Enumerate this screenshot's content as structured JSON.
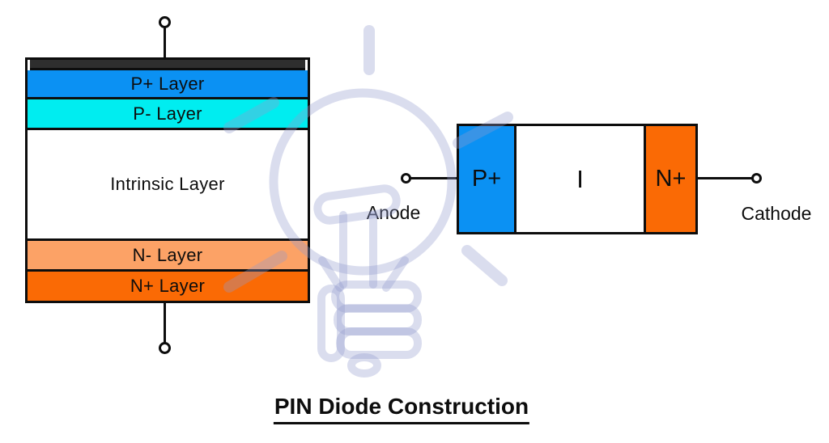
{
  "title": "PIN Diode Construction",
  "colors": {
    "ink": "#0d0d0d",
    "background": "#ffffff",
    "metal_contact": "#2e2e2e",
    "p_plus_blue": "#0b91f3",
    "p_minus_cyan": "#00edf0",
    "n_minus_light_orange": "#fca266",
    "n_plus_orange": "#fa6a05",
    "watermark": "#dfe3f1"
  },
  "construction_stack": {
    "metal_contact_color": "#2e2e2e",
    "layers": [
      {
        "label": "P+ Layer",
        "color": "#0b91f3"
      },
      {
        "label": "P- Layer",
        "color": "#00edf0"
      },
      {
        "label": "Intrinsic Layer",
        "color": "#ffffff"
      },
      {
        "label": "N- Layer",
        "color": "#fca266"
      },
      {
        "label": "N+ Layer",
        "color": "#fa6a05"
      }
    ]
  },
  "symbol": {
    "anode_label": "Anode",
    "cathode_label": "Cathode",
    "regions": [
      {
        "label": "P+",
        "color": "#0b91f3"
      },
      {
        "label": "I",
        "color": "#ffffff"
      },
      {
        "label": "N+",
        "color": "#fa6a05"
      }
    ]
  },
  "watermark": {
    "icon": "hand-holding-lightbulb",
    "color": "#dfe3f1"
  }
}
